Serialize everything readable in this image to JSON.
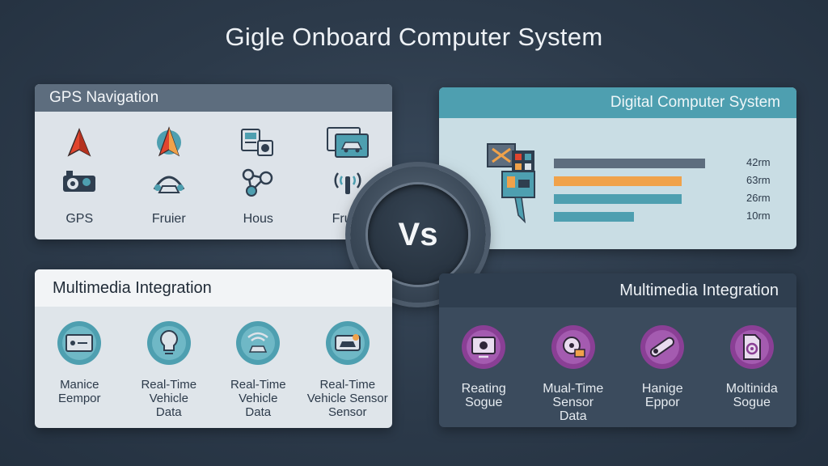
{
  "title": "Gigle Onboard Computer System",
  "gps_panel": {
    "header": "GPS Navigation",
    "icons_row1": [
      "arrow-icon",
      "compass-arrow-icon",
      "device-icon",
      "car-screen-icon"
    ],
    "icons_row2": [
      "gear-map-icon",
      "network-car-icon",
      "nodes-icon",
      "signal-icon"
    ],
    "labels": [
      "GPS",
      "Fruier",
      "Hous",
      "Fruer"
    ]
  },
  "digital_panel": {
    "header": "Digital Computer System",
    "bars": [
      {
        "value_label": "42rm",
        "fraction": 0.85,
        "color": "#5d6d7e"
      },
      {
        "value_label": "63rm",
        "fraction": 0.72,
        "color": "#f0a24a"
      },
      {
        "value_label": "26rm",
        "fraction": 0.72,
        "color": "#4e9fb0"
      },
      {
        "value_label": "10rm",
        "fraction": 0.45,
        "color": "#4e9fb0"
      }
    ]
  },
  "vs_label": "Vs",
  "mm_left": {
    "header": "Multimedia Integration",
    "icons": [
      "monitor-icon",
      "lightbulb-icon",
      "wifi-car-icon",
      "sensor-car-icon"
    ],
    "labels": [
      "Manice\nEempor",
      "Real-Time\nVehicle\nData",
      "Real-Time\nVehicle\nData",
      "Real-Time\nVehicle Sensor\nSensor"
    ]
  },
  "mm_right": {
    "header": "Multimedia Integration",
    "icons": [
      "screen-icon",
      "media-icon",
      "tools-icon",
      "document-gear-icon"
    ],
    "labels": [
      "Reating\nSogue",
      "Mual-Time\nSensor\nData",
      "Hanige\nEppor",
      "Moltinida\nSogue"
    ]
  },
  "colors": {
    "teal": "#4e9fb0",
    "orange": "#f0a24a",
    "purple": "#8a3f95",
    "red_arrow": "#e0452e"
  }
}
